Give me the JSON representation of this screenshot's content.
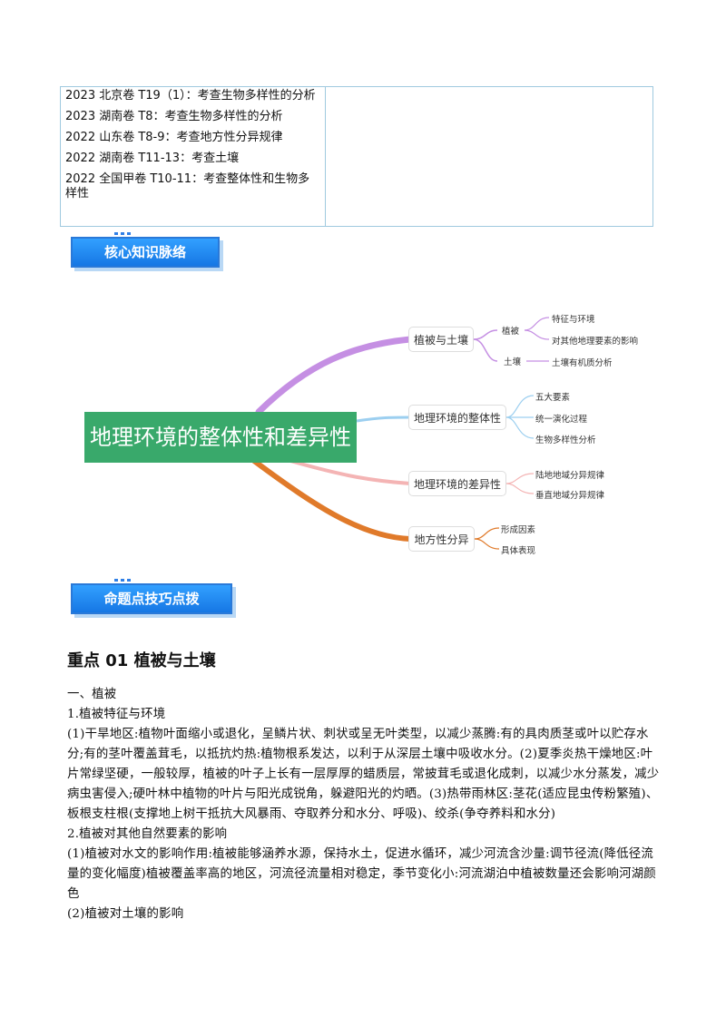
{
  "exam_items": [
    "2023 北京卷 T19（1）：考查生物多样性的分析",
    "2023 湖南卷 T8：考查生物多样性的分析",
    "2022 山东卷 T8-9：考查地方性分异规律",
    "2022 湖南卷 T11-13：考查土壤",
    "2022 全国甲卷 T10-11：考查整体性和生物多样性"
  ],
  "banners": {
    "knowledge": "核心知识脉络",
    "skills": "命题点技巧点拨"
  },
  "mindmap": {
    "root": "地理环境的整体性和差异性",
    "branches": [
      {
        "label": "植被与土壤",
        "color": "#c58fe3"
      },
      {
        "label": "地理环境的整体性",
        "color": "#9ccff0"
      },
      {
        "label": "地理环境的差异性",
        "color": "#f4b4b4"
      },
      {
        "label": "地方性分异",
        "color": "#e07a2a"
      }
    ],
    "sub": {
      "vegetation": "植被",
      "soil": "土壤"
    },
    "leaves": {
      "veg1": "特征与环境",
      "veg2": "对其他地理要素的影响",
      "soil1": "土壤有机质分析",
      "whole1": "五大要素",
      "whole2": "统一演化过程",
      "whole3": "生物多样性分析",
      "diff1": "陆地地域分异规律",
      "diff2": "垂直地域分异规律",
      "local1": "形成因素",
      "local2": "具体表现"
    }
  },
  "content": {
    "heading": "重点 01 植被与土壤",
    "paragraphs": [
      "一、植被",
      "1.植被特征与环境",
      "(1)干旱地区:植物叶面缩小或退化，呈鳞片状、刺状或呈无叶类型，以减少蒸腾:有的具肉质茎或叶以贮存水分;有的茎叶覆盖茸毛，以抵抗灼热:植物根系发达，以利于从深层土壤中吸收水分。(2)夏季炎热干燥地区:叶片常绿坚硬，一般较厚，植被的叶子上长有一层厚厚的蜡质层，常披茸毛或退化成刺，以减少水分蒸发，减少病虫害侵入;硬叶林中植物的叶片与阳光成锐角，躲避阳光的灼晒。(3)热带雨林区:茎花(适应昆虫传粉繁殖)、板根支柱根(支撑地上树干抵抗大风暴雨、夺取养分和水分、呼吸)、绞杀(争夺养料和水分)",
      "2.植被对其他自然要素的影响",
      "(1)植被对水文的影响作用:植被能够涵养水源，保持水土，促进水循环，减少河流含沙量:调节径流(降低径流量的变化幅度)植被覆盖率高的地区，河流径流量相对稳定，季节变化小:河流湖泊中植被数量还会影响河湖颜色",
      "(2)植被对土壤的影响"
    ]
  }
}
